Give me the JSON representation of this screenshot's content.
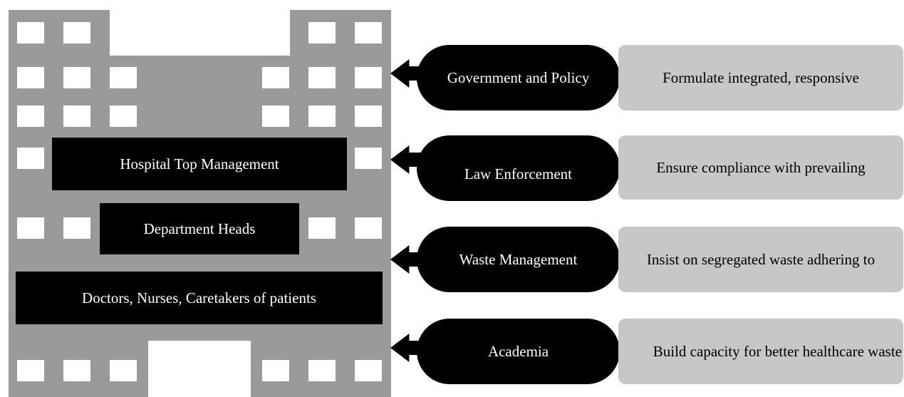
{
  "building": {
    "levels": [
      {
        "label": "Hospital Top Management"
      },
      {
        "label": "Department Heads"
      },
      {
        "label": "Doctors, Nurses, Caretakers of patients"
      }
    ]
  },
  "stakeholders": [
    {
      "name": "Government and Policy",
      "role": "Formulate integrated, responsive"
    },
    {
      "name": "Law Enforcement",
      "role": "Ensure compliance with prevailing"
    },
    {
      "name": "Waste Management",
      "role": "Insist on segregated waste adhering to"
    },
    {
      "name": "Academia",
      "role": "Build capacity for better healthcare waste"
    }
  ],
  "colors": {
    "building": "#9a9a9a",
    "blocks": "#000000",
    "role_box": "#c7c7c7"
  }
}
